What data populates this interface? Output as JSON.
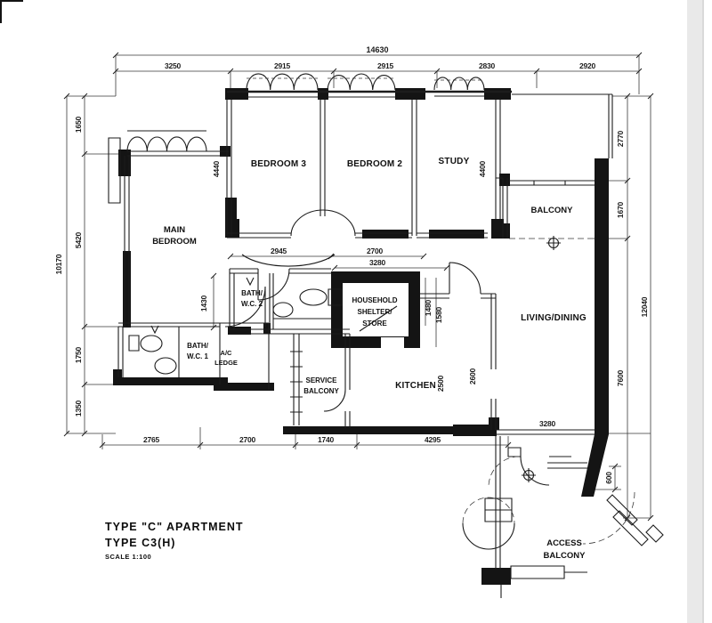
{
  "drawing": {
    "title_block": {
      "line1": "TYPE \"C\" APARTMENT",
      "line2": "TYPE C3(H)",
      "line3": "SCALE 1:100"
    },
    "rooms": {
      "bedroom3": {
        "label": "BEDROOM 3"
      },
      "bedroom2": {
        "label": "BEDROOM 2"
      },
      "study": {
        "label": "STUDY"
      },
      "main_bedroom": {
        "line1": "MAIN",
        "line2": "BEDROOM"
      },
      "balcony": {
        "label": "BALCONY"
      },
      "living_dining": {
        "label": "LIVING/DINING"
      },
      "bath_wc_2": {
        "line1": "BATH/",
        "line2": "W.C. 2"
      },
      "bath_wc_1": {
        "line1": "BATH/",
        "line2": "W.C. 1"
      },
      "ac_ledge": {
        "line1": "A/C",
        "line2": "LEDGE"
      },
      "household_shelter": {
        "line1": "HOUSEHOLD",
        "line2": "SHELTER/",
        "line3": "STORE"
      },
      "service_balcony": {
        "line1": "SERVICE",
        "line2": "BALCONY"
      },
      "kitchen": {
        "label": "KITCHEN"
      },
      "access_balcony": {
        "line1": "ACCESS",
        "line2": "BALCONY"
      }
    },
    "dims": {
      "overall_width": "14630",
      "top": [
        "3250",
        "2915",
        "2915",
        "2830",
        "2920"
      ],
      "left_overall": "10170",
      "left": [
        "1650",
        "5420",
        "1750",
        "1350"
      ],
      "right_overall": "12040",
      "right": [
        "2770",
        "1670",
        "7600"
      ],
      "right_small": "600",
      "bottom": [
        "2765",
        "2700",
        "1740",
        "4295"
      ],
      "living_bottom": "3280",
      "interior": {
        "main_bed_depth": "4440",
        "study_depth": "4400",
        "hall_w1": "2945",
        "hall_w2": "2700",
        "kitchen_w": "3280",
        "shelter_h1": "1480",
        "shelter_h2": "1580",
        "kitchen_d1": "2500",
        "kitchen_d2": "2600",
        "bath_h": "1430"
      }
    }
  },
  "colors": {
    "ink": "#1c1c1c",
    "paper": "#ffffff",
    "edge_shade": "#e9e9e9"
  }
}
